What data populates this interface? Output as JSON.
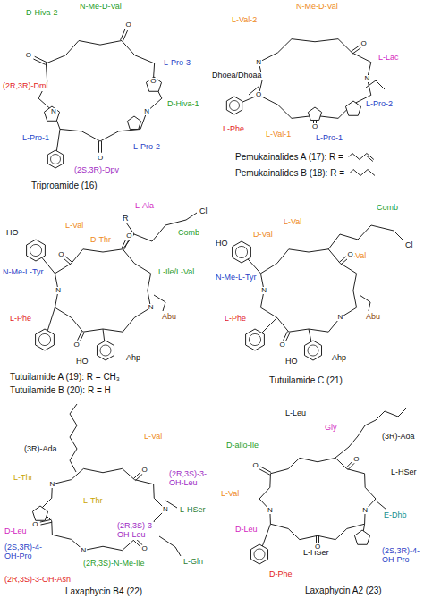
{
  "diagram": {
    "labels": [
      "N-Me-D-Val",
      "D-Hiva-2",
      "L-Pro-3",
      "(2R,3R)-Dml",
      "D-Hiva-1",
      "L-Pro-2",
      "L-Pro-1",
      "(2S,3R)-Dpv",
      "Triproamide (16)",
      "O",
      "O",
      "N",
      "O",
      "N",
      "O",
      "N-Me-D-Val",
      "L-Val-2",
      "L-Lac",
      "Dhoea/Dhoaa",
      "L-Pro-2",
      "L-Phe",
      "L-Val-1",
      "L-Pro-1",
      "Pemukainalides A (17): R =",
      "Pemukainalides B (18): R =",
      "O",
      "N",
      "O",
      "O",
      "N",
      "L-Ala",
      "L-Val",
      "R",
      "Cl",
      "Comb",
      "HO",
      "D-Thr",
      "N-Me-L-Tyr",
      "L-Ile/L-Val",
      "Abu",
      "L-Phe",
      "Ahp",
      "HO",
      "Tutuilamide A (19): R = CH₃",
      "Tutuilamide B (20): R = H",
      "O",
      "N",
      "O",
      "N",
      "O",
      "Comb",
      "L-Val",
      "D-Val",
      "L-Val",
      "Cl",
      "HO",
      "N-Me-L-Tyr",
      "Abu",
      "L-Phe",
      "Ahp",
      "HO",
      "Tutuilamide C (21)",
      "O",
      "N",
      "O",
      "N",
      "(3R)-Ada",
      "L-Val",
      "L-Thr",
      "(2R,3S)-3- OH-Leu",
      "L-HSer",
      "D-Leu",
      "L-Thr",
      "(2S,3R)-4- OH-Pro",
      "(2R,3S)-3- OH-Leu",
      "L-Gln",
      "(2R,3S)-N-Me-Ile",
      "(2R,3S)-3-OH-Asn",
      "Laxaphycin B4 (22)",
      "O",
      "N",
      "O",
      "N",
      "O",
      "N",
      "L-Leu",
      "Gly",
      "(3R)-Aoa",
      "D-allo-Ile",
      "L-HSer",
      "L-Val",
      "D-Leu",
      "E-Dhb",
      "L-HSer",
      "D-Phe",
      "(2S,3R)-4- OH-Pro",
      "Laxaphycin A2 (23)",
      "O",
      "N",
      "O",
      "N",
      "O"
    ]
  }
}
